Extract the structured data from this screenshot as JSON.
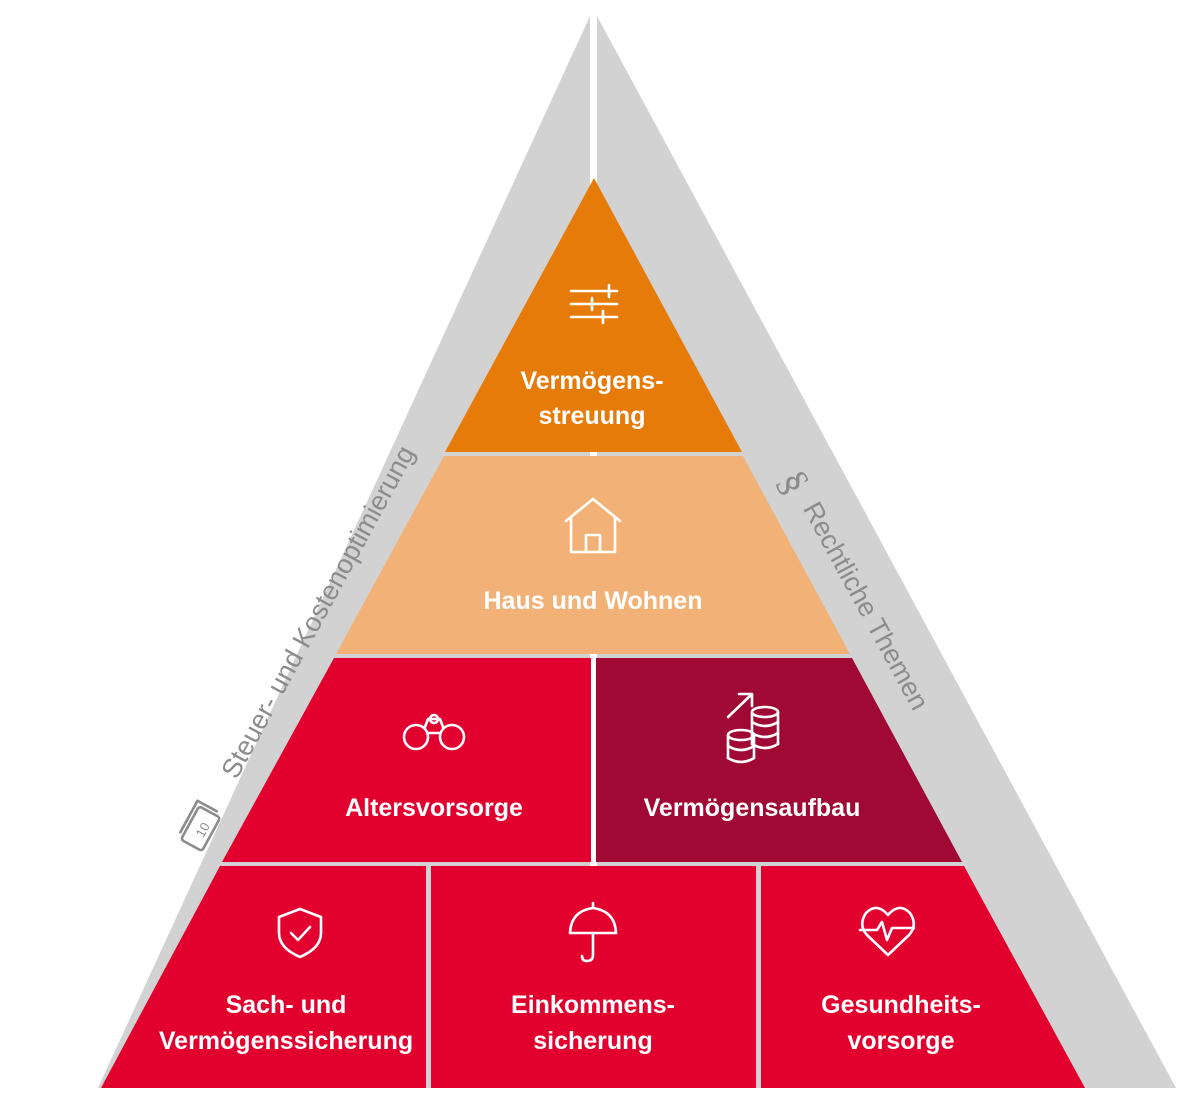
{
  "colors": {
    "frame": "#d2d2d2",
    "top": "#e77b09",
    "house": "#f2b277",
    "red": "#e2002e",
    "dark_red": "#a00933",
    "side_text": "#8c8c8c"
  },
  "sides": {
    "left": {
      "label": "Steuer- und Kostenoptimierung",
      "icon": "money-bills-icon"
    },
    "right": {
      "label": "Rechtliche Themen",
      "icon": "paragraph-icon"
    }
  },
  "tiers": {
    "top": {
      "lines": [
        "Vermögens-",
        "streuung"
      ],
      "icon": "sliders-icon"
    },
    "second": {
      "lines": [
        "Haus und Wohnen"
      ],
      "icon": "house-icon"
    },
    "third": [
      {
        "lines": [
          "Altersvorsorge"
        ],
        "icon": "binoculars-icon"
      },
      {
        "lines": [
          "Vermögensaufbau"
        ],
        "icon": "coins-growth-icon"
      }
    ],
    "bottom": [
      {
        "lines": [
          "Sach- und",
          "Vermögenssicherung"
        ],
        "icon": "shield-check-icon"
      },
      {
        "lines": [
          "Einkommens-",
          "sicherung"
        ],
        "icon": "umbrella-icon"
      },
      {
        "lines": [
          "Gesundheits-",
          "vorsorge"
        ],
        "icon": "heart-pulse-icon"
      }
    ]
  }
}
